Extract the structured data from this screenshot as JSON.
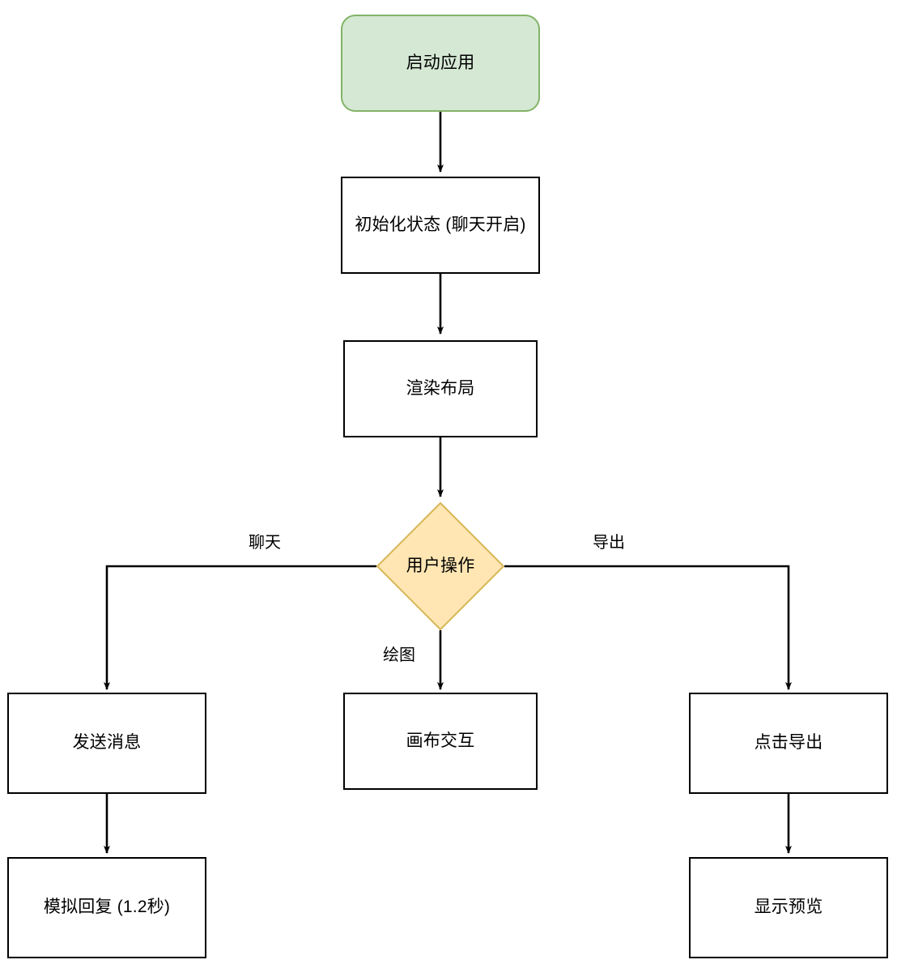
{
  "diagram": {
    "type": "flowchart",
    "title": "",
    "orientation": "top-to-bottom",
    "colors": {
      "start_fill": "#d5e8d4",
      "start_stroke": "#82b366",
      "decision_fill": "#ffe6b3",
      "decision_stroke": "#d6b656",
      "process_fill": "#ffffff",
      "process_stroke": "#000000",
      "edge_stroke": "#000000",
      "text": "#000000",
      "background": "#ffffff"
    },
    "nodes": [
      {
        "id": "start",
        "label": "启动应用",
        "shape": "rounded-rectangle"
      },
      {
        "id": "init",
        "label": "初始化状态 (聊天开启)",
        "shape": "rectangle"
      },
      {
        "id": "render",
        "label": "渲染布局",
        "shape": "rectangle"
      },
      {
        "id": "action",
        "label": "用户操作",
        "shape": "diamond"
      },
      {
        "id": "send",
        "label": "发送消息",
        "shape": "rectangle"
      },
      {
        "id": "canvas",
        "label": "画布交互",
        "shape": "rectangle"
      },
      {
        "id": "export",
        "label": "点击导出",
        "shape": "rectangle"
      },
      {
        "id": "reply",
        "label": "模拟回复 (1.2秒)",
        "shape": "rectangle"
      },
      {
        "id": "preview",
        "label": "显示预览",
        "shape": "rectangle"
      }
    ],
    "edges": [
      {
        "from": "start",
        "to": "init",
        "label": ""
      },
      {
        "from": "init",
        "to": "render",
        "label": ""
      },
      {
        "from": "render",
        "to": "action",
        "label": ""
      },
      {
        "from": "action",
        "to": "send",
        "label": "聊天"
      },
      {
        "from": "action",
        "to": "canvas",
        "label": "绘图"
      },
      {
        "from": "action",
        "to": "export",
        "label": "导出"
      },
      {
        "from": "send",
        "to": "reply",
        "label": ""
      },
      {
        "from": "export",
        "to": "preview",
        "label": ""
      }
    ],
    "edge_labels": {
      "chat": "聊天",
      "draw": "绘图",
      "export": "导出"
    }
  }
}
